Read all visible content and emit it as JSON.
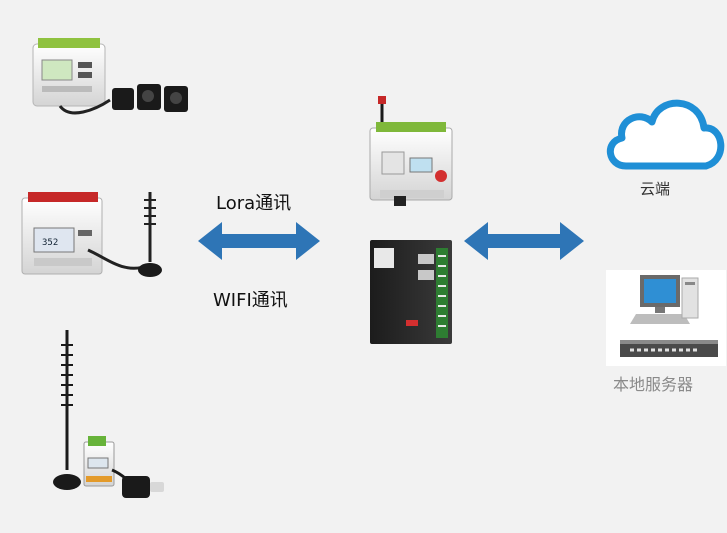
{
  "labels": {
    "lora": "Lora通讯",
    "wifi": "WIFI通讯",
    "cloud": "云端",
    "local_server": "本地服务器"
  },
  "colors": {
    "arrow": "#2e75b6",
    "cloud": "#1f8fd6",
    "background": "#f2f2f2"
  },
  "icons": {
    "meter_top": "din-rail-energy-meter-with-ct-clamps",
    "meter_mid": "lora-energy-meter-with-antenna",
    "meter_bottom": "wireless-single-phase-meter-with-antenna",
    "gateway_top": "din-rail-lora-gateway",
    "gateway_bottom": "industrial-edge-gateway",
    "cloud": "cloud-icon",
    "server": "desktop-computer-icon",
    "switch": "network-switch-icon"
  }
}
